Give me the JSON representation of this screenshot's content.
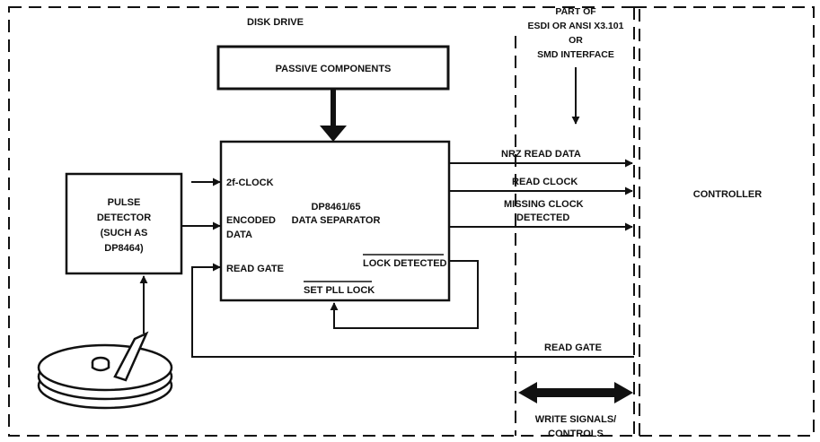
{
  "regions": {
    "disk_drive": "DISK DRIVE",
    "interface_note": [
      "PART OF",
      "ESDI OR ANSI X3.101",
      "OR",
      "SMD INTERFACE"
    ],
    "controller": "CONTROLLER"
  },
  "blocks": {
    "passive_components": "PASSIVE COMPONENTS",
    "pulse_detector": [
      "PULSE",
      "DETECTOR",
      "(SUCH AS",
      "DP8464)"
    ],
    "data_separator": [
      "DP8461/65",
      "DATA SEPARATOR"
    ]
  },
  "pins": {
    "two_f_clock": "2f-CLOCK",
    "encoded_data": [
      "ENCODED",
      "DATA"
    ],
    "read_gate": "READ GATE",
    "lock_detected": "LOCK DETECTED",
    "set_pll_lock": "SET PLL LOCK"
  },
  "signals": {
    "nrz_read_data": "NRZ READ DATA",
    "read_clock": "READ CLOCK",
    "missing_clock": [
      "MISSING CLOCK",
      "DETECTED"
    ],
    "read_gate": "READ GATE",
    "write_signals": [
      "WRITE SIGNALS/",
      "CONTROLS"
    ]
  },
  "colors": {
    "ink": "#111111",
    "background": "#ffffff"
  }
}
